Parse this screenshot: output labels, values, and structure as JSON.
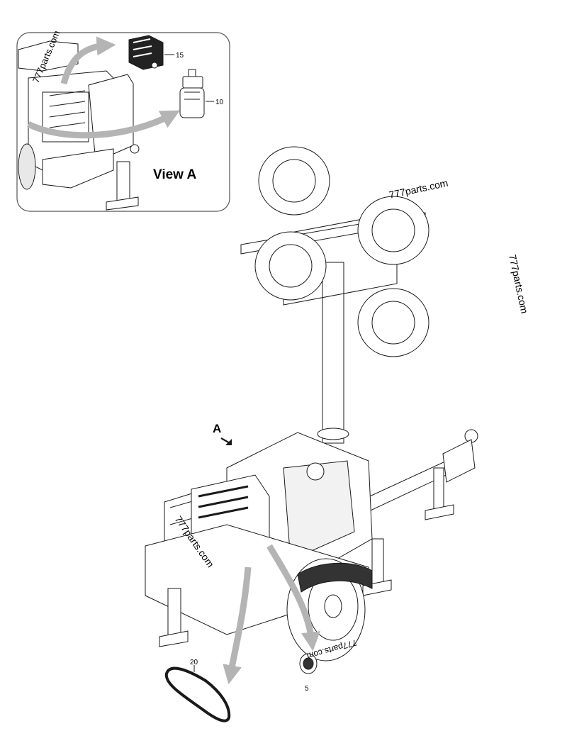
{
  "watermarks": [
    "777parts.com",
    "777parts.com",
    "777parts.com",
    "777parts.com",
    "777parts.com"
  ],
  "inset": {
    "title": "View A",
    "callouts": {
      "air_filter": "15",
      "fuel_filter": "10"
    }
  },
  "main": {
    "view_marker": "A",
    "callouts": {
      "belt": "20",
      "oil_filter": "5"
    }
  },
  "colors": {
    "line": "#1a1a1a",
    "arrow": "#b4b4b4",
    "frame": "#555555"
  }
}
